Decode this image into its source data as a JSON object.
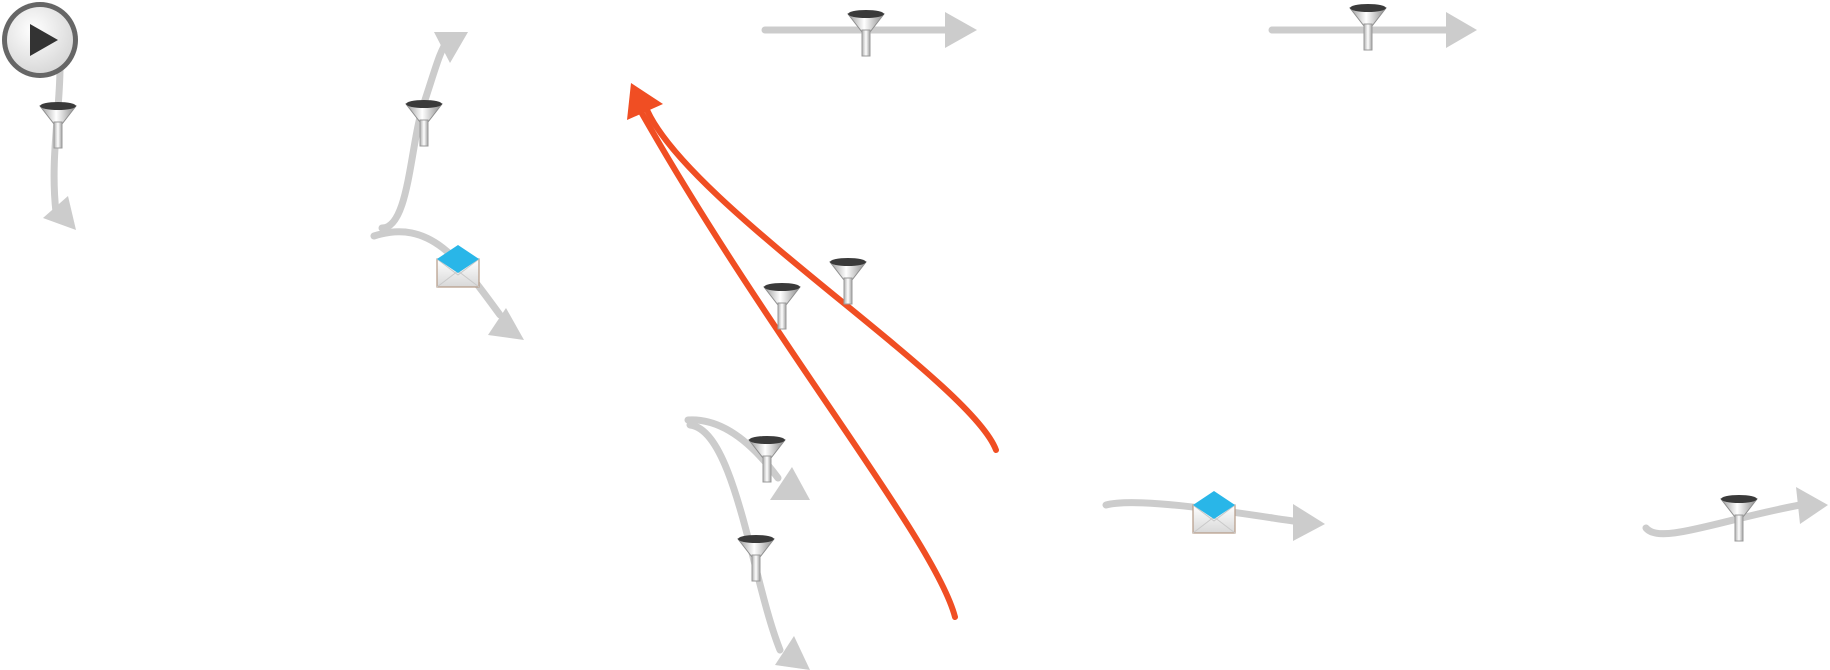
{
  "diagram": {
    "start_button": {
      "icon": "play-icon"
    },
    "colors": {
      "flow_default": "#cccccc",
      "flow_highlight": "#f04e23",
      "envelope_flap": "#29b6e8",
      "start_ring": "#666666"
    },
    "flows": [
      {
        "id": "flow-1",
        "highlighted": false,
        "markers": [
          "filter-icon"
        ]
      },
      {
        "id": "flow-2",
        "highlighted": false,
        "markers": [
          "filter-icon"
        ]
      },
      {
        "id": "flow-3",
        "highlighted": false,
        "markers": [
          "envelope-icon"
        ]
      },
      {
        "id": "flow-4",
        "highlighted": true,
        "markers": [
          "filter-icon"
        ]
      },
      {
        "id": "flow-5",
        "highlighted": true,
        "markers": [
          "filter-icon"
        ]
      },
      {
        "id": "flow-6",
        "highlighted": false,
        "markers": [
          "filter-icon"
        ]
      },
      {
        "id": "flow-7",
        "highlighted": false,
        "markers": [
          "filter-icon"
        ]
      },
      {
        "id": "flow-8",
        "highlighted": false,
        "markers": [
          "filter-icon"
        ]
      },
      {
        "id": "flow-9",
        "highlighted": false,
        "markers": [
          "filter-icon"
        ]
      },
      {
        "id": "flow-10",
        "highlighted": false,
        "markers": [
          "envelope-icon"
        ]
      },
      {
        "id": "flow-11",
        "highlighted": false,
        "markers": [
          "filter-icon"
        ]
      }
    ]
  }
}
